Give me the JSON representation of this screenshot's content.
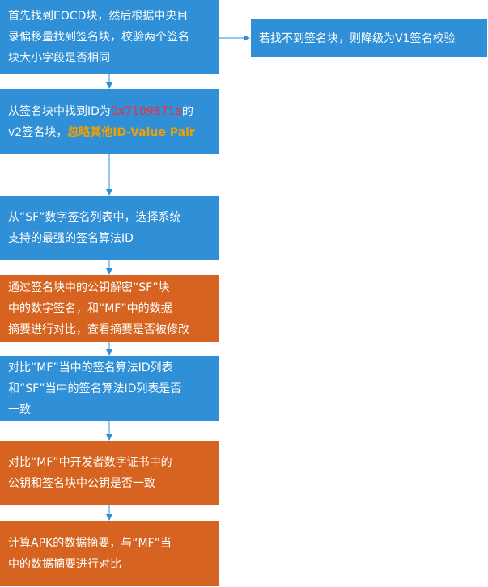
{
  "nodes": {
    "step1": {
      "color": "#2f8fd7",
      "lines": [
        "首先找到EOCD块，然后根据中央目",
        "录偏移量找到签名块，校验两个签名",
        "块大小字段是否相同"
      ]
    },
    "fallback": {
      "color": "#2f8fd7",
      "text": "若找不到签名块，则降级为V1签名校验"
    },
    "step2": {
      "color": "#2f8fd7",
      "line1_prefix": "从签名块中找到ID为",
      "line1_id": "0x7109871a",
      "line1_suffix": "的",
      "line2_prefix": "v2签名块，",
      "line2_highlight": "忽略其他ID-Value Pair",
      "id_color": "#ff2a2a",
      "highlight_color": "#f0a000"
    },
    "step3": {
      "color": "#2f8fd7",
      "lines": [
        "从“SF”数字签名列表中，选择系统",
        "支持的最强的签名算法ID"
      ]
    },
    "step4": {
      "color": "#d6631f",
      "lines": [
        "通过签名块中的公钥解密“SF”块",
        "中的数字签名，和“MF”中的数据",
        "摘要进行对比，查看摘要是否被修改"
      ]
    },
    "step5": {
      "color": "#2f8fd7",
      "lines": [
        "对比“MF”当中的签名算法ID列表",
        "和“SF”当中的签名算法ID列表是否",
        "一致"
      ]
    },
    "step6": {
      "color": "#d6631f",
      "lines": [
        "对比“MF”中开发者数字证书中的",
        "公钥和签名块中公钥是否一致"
      ]
    },
    "step7": {
      "color": "#d6631f",
      "lines": [
        "计算APK的数据摘要，与“MF”当",
        "中的数据摘要进行对比"
      ]
    }
  }
}
